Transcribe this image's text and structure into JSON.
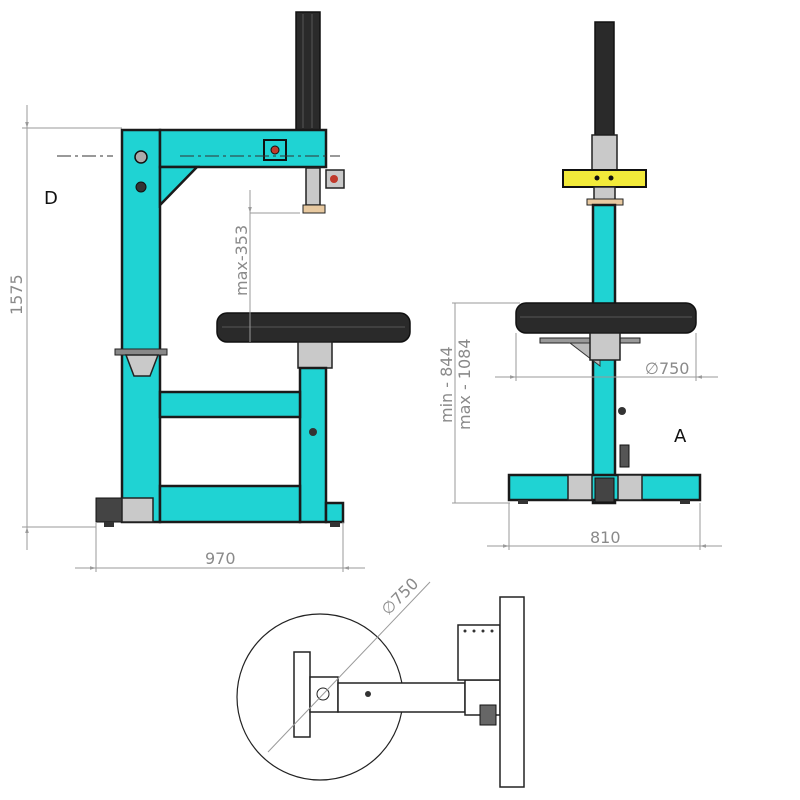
{
  "views": {
    "side": {
      "label": "D",
      "dims": {
        "height": "1575",
        "width": "970",
        "stroke": "max-353"
      }
    },
    "front": {
      "label": "A",
      "dims": {
        "min_height": "min - 844",
        "max_height": "max - 1084",
        "diameter": "∅750",
        "width": "810"
      }
    },
    "top": {
      "dims": {
        "diameter": "∅750"
      }
    }
  },
  "colors": {
    "frame": "#1fd3d3",
    "crossbar": "#f2ea3a",
    "pad": "#e8c9a0",
    "table": "#2a2a2a"
  }
}
